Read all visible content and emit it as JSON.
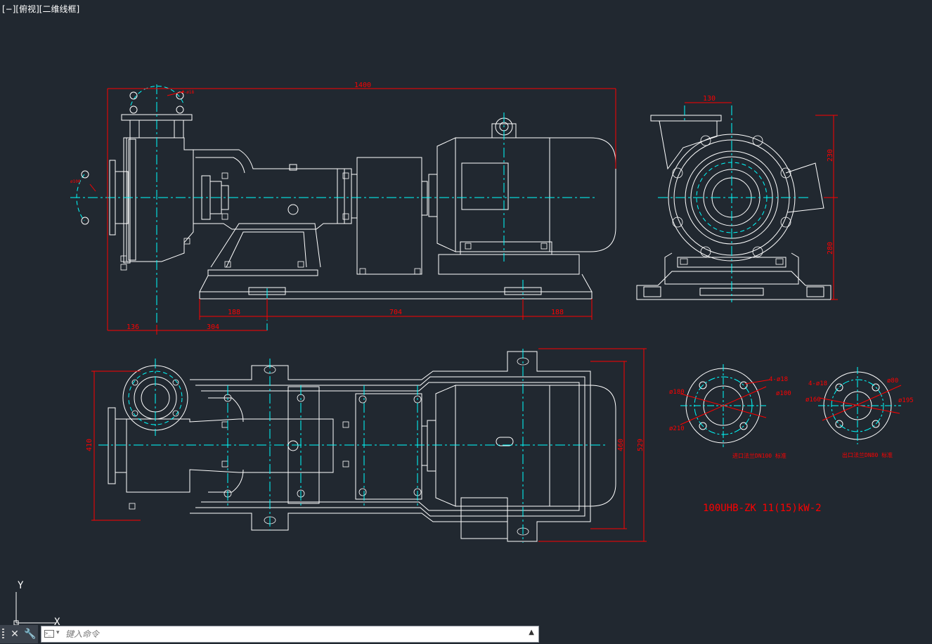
{
  "viewport": {
    "label": "[−][俯视][二维线框]"
  },
  "ucs": {
    "y_label": "Y",
    "x_label": "X"
  },
  "command_line": {
    "placeholder": "键入命令"
  },
  "colors": {
    "background": "#212830",
    "geometry": "#ffffff",
    "centerline": "#00ffff",
    "dimension": "#ff0000",
    "marker": "#00ff00"
  },
  "dimensions": {
    "front_total_length": "1400",
    "front_base_left": "188",
    "front_base_middle": "704",
    "front_base_right": "188",
    "front_outlet_offset": "136",
    "front_shaft_offset": "304",
    "side_outlet_width": "130",
    "side_upper_height": "230",
    "side_lower_height": "280",
    "top_inlet_width": "410",
    "top_base_width": "460",
    "top_total_width": "529"
  },
  "flange_small_front": {
    "dia": "ø100",
    "holes": "4-ø18"
  },
  "flange_small_top": {
    "dia": "ø80",
    "holes": "4-ø18"
  },
  "inlet_flange": {
    "outer_dia": "ø210",
    "bolt_circle": "ø180",
    "bore": "ø100",
    "holes": "4-ø18",
    "caption": "进口法兰DN100 标准"
  },
  "outlet_flange": {
    "outer_dia": "ø195",
    "bolt_circle": "ø160",
    "bore": "ø80",
    "holes": "4-ø18",
    "caption": "出口法兰DN80 标准"
  },
  "model_label": "100UHB-ZK 11(15)kW-2"
}
